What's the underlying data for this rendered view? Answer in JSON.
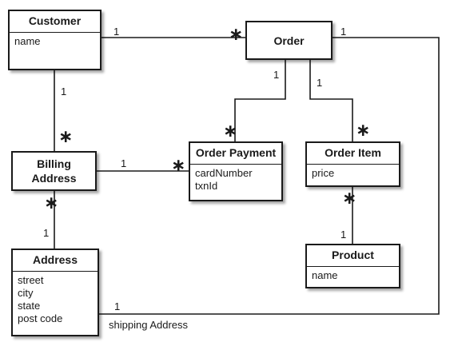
{
  "classes": {
    "customer": {
      "name": "Customer",
      "attributes": [
        "name"
      ]
    },
    "order": {
      "name": "Order"
    },
    "billing_address": {
      "name_line1": "Billing",
      "name_line2": "Address"
    },
    "order_payment": {
      "name": "Order Payment",
      "attributes": [
        "cardNumber",
        "txnId"
      ]
    },
    "order_item": {
      "name": "Order Item",
      "attributes": [
        "price"
      ]
    },
    "product": {
      "name": "Product",
      "attributes": [
        "name"
      ]
    },
    "address": {
      "name": "Address",
      "attributes": [
        "street",
        "city",
        "state",
        "post code"
      ]
    }
  },
  "associations": {
    "customer_order": {
      "customer_end": "1",
      "order_end": "∗"
    },
    "customer_billing": {
      "customer_end": "1",
      "billing_end": "∗"
    },
    "order_payment": {
      "order_end": "1",
      "payment_end": "∗"
    },
    "order_item": {
      "order_end": "1",
      "item_end": "∗"
    },
    "billing_payment": {
      "billing_end": "1",
      "payment_end": "∗"
    },
    "billing_address": {
      "billing_end": "∗",
      "address_end": "1"
    },
    "item_product": {
      "item_end": "∗",
      "product_end": "1"
    },
    "order_address": {
      "order_end": "1",
      "address_end": "1",
      "role_label": "shipping Address"
    }
  }
}
